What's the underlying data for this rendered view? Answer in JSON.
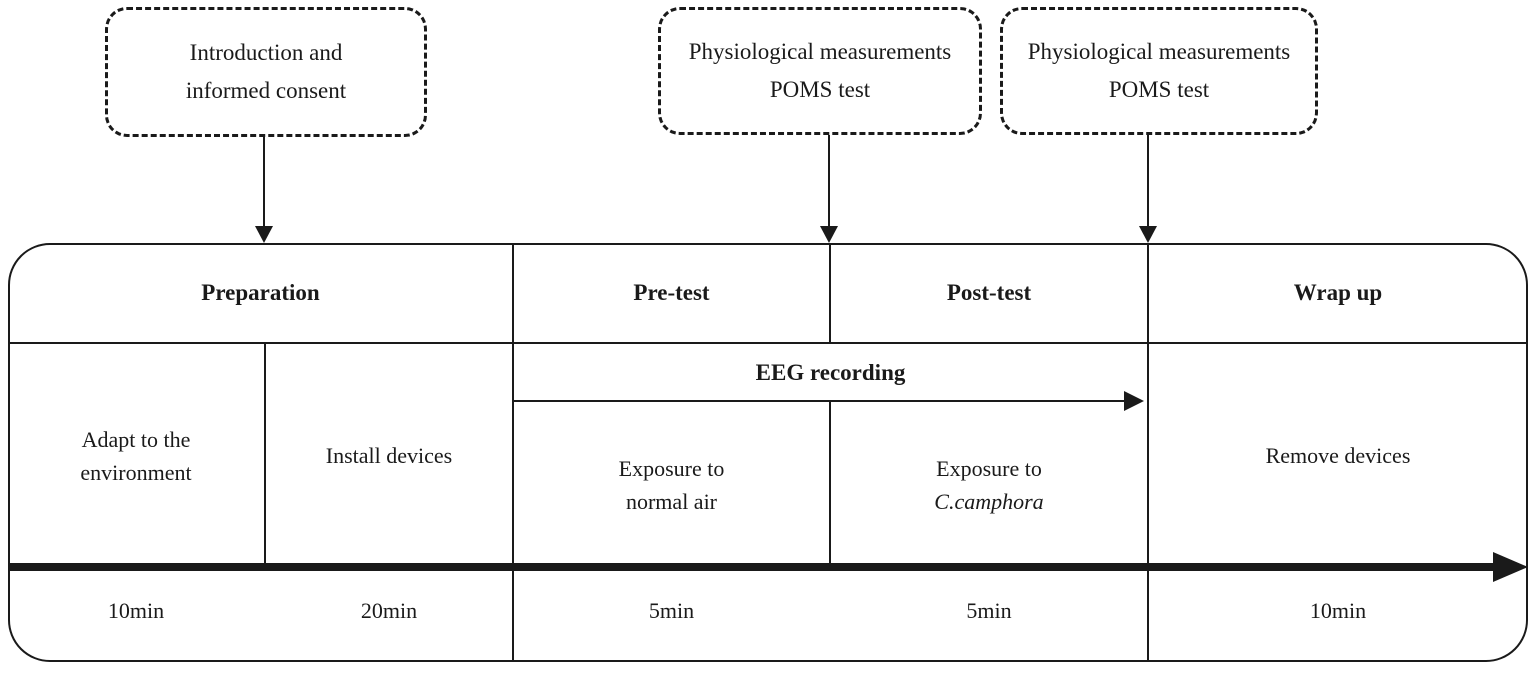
{
  "colors": {
    "ink": "#1a1a1a",
    "background": "#ffffff"
  },
  "annotation_boxes": [
    {
      "id": "intro-consent",
      "lines": [
        "Introduction and",
        "informed consent"
      ]
    },
    {
      "id": "physio-poms-pre",
      "lines": [
        "Physiological measurements",
        "POMS test"
      ]
    },
    {
      "id": "physio-poms-post",
      "lines": [
        "Physiological measurements",
        "POMS test"
      ]
    }
  ],
  "timeline": {
    "phase_headers": [
      "Preparation",
      "Pre-test",
      "Post-test",
      "Wrap up"
    ],
    "activities": {
      "adapt": [
        "Adapt to the",
        "environment"
      ],
      "install": "Install devices",
      "eeg_recording": "EEG recording",
      "exposure_normal": [
        "Exposure to",
        "normal air"
      ],
      "exposure_camphora": [
        "Exposure to",
        "C.camphora"
      ],
      "remove": "Remove devices"
    },
    "durations": [
      "10min",
      "20min",
      "5min",
      "5min",
      "10min"
    ]
  }
}
